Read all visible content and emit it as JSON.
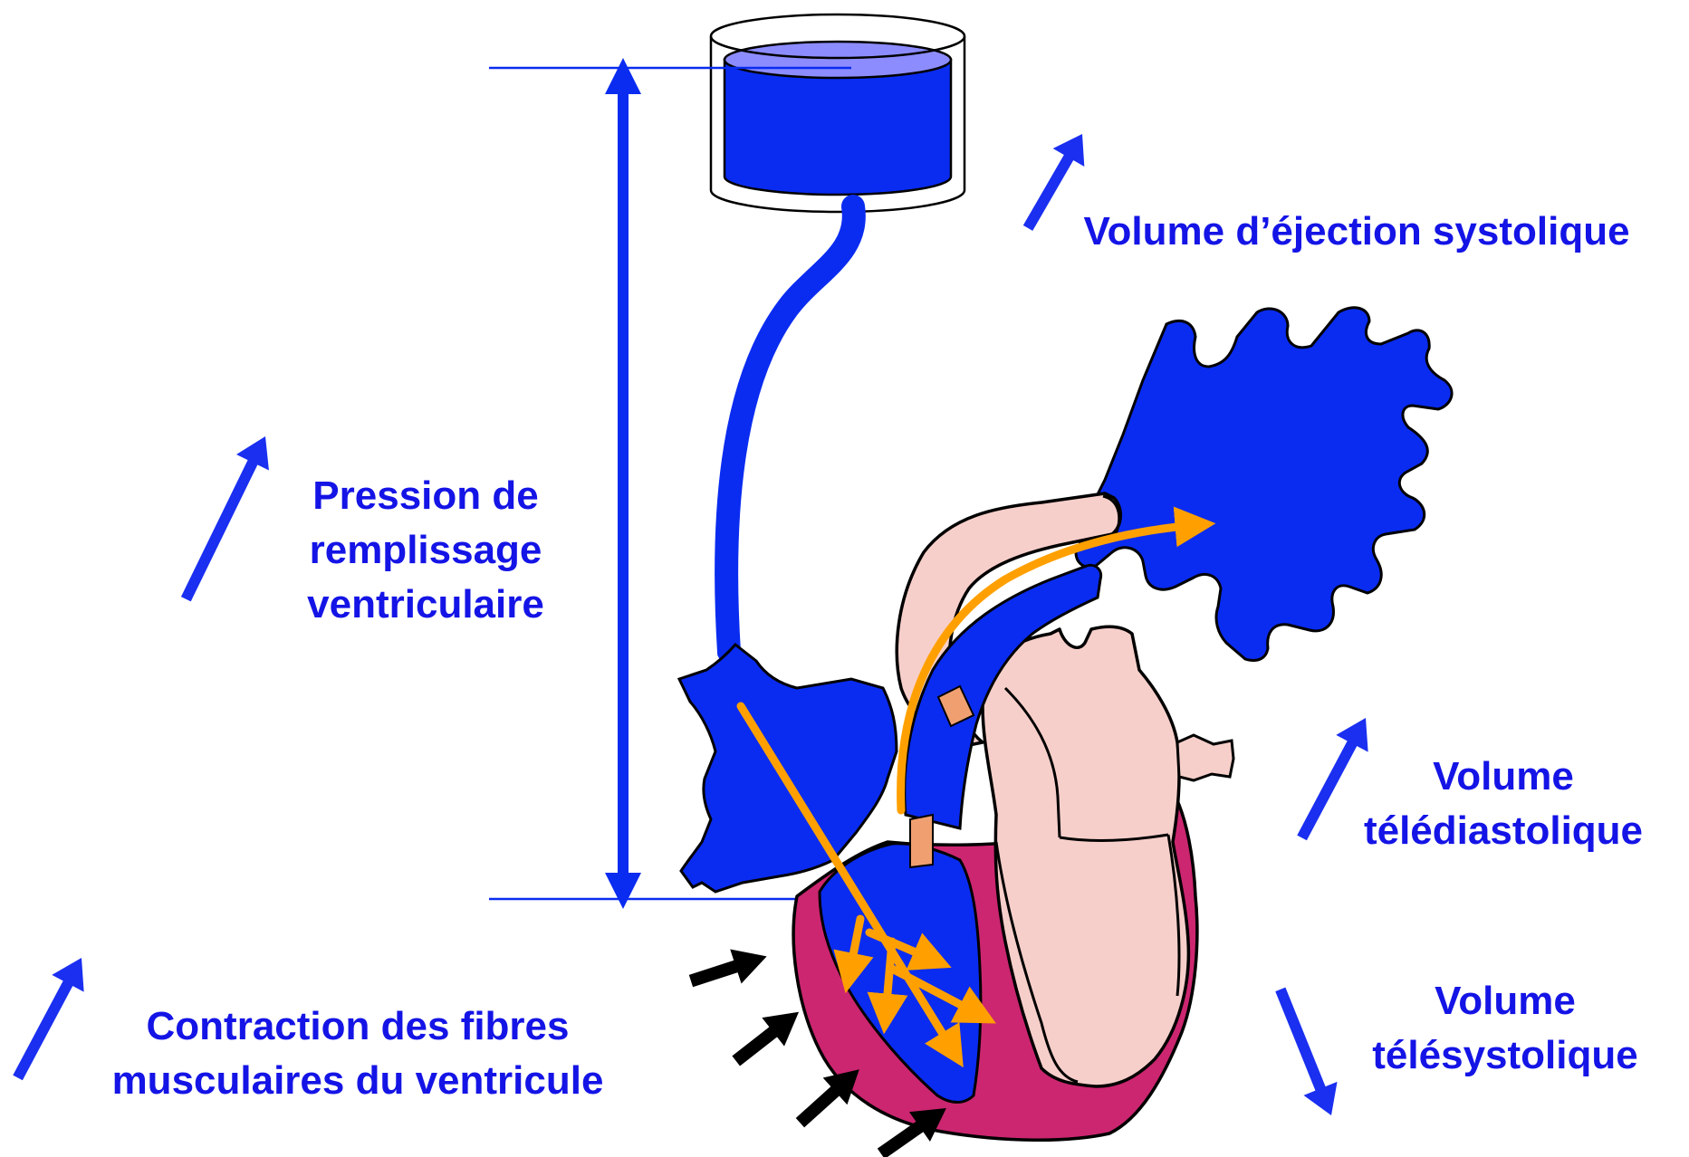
{
  "labels": {
    "ejection": "Volume d’éjection systolique",
    "pression": [
      "Pression de",
      "remplissage",
      "ventriculaire"
    ],
    "telediastolique": [
      "Volume",
      "télédiastolique"
    ],
    "telesystolique": [
      "Volume",
      "télésystolique"
    ],
    "contraction": [
      "Contraction des fibres",
      "musculaires du ventricule"
    ]
  },
  "colors": {
    "blood_blue": "#0a2cf0",
    "label_blue": "#1414e6",
    "arrow_blue": "#1a2ff0",
    "flow_orange": "#ffa000",
    "muscle_magenta": "#cc2670",
    "tissue_pink": "#f7cfca",
    "valve_salmon": "#f0a070",
    "reservoir_top": "#8c8cff",
    "outline": "#000000"
  }
}
